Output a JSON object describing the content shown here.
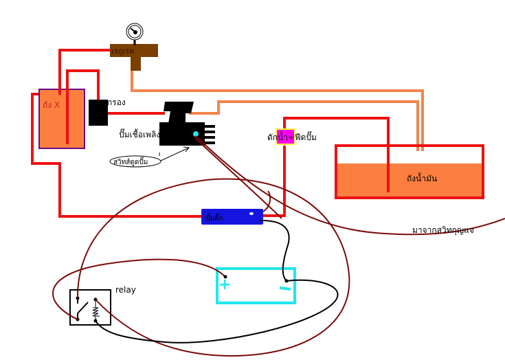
{
  "labels": {
    "regulator": "เรกูเรท",
    "tank_x": "ถัง X",
    "filter": "กรอง",
    "fuel_pump": "ปั๊มเชื้อเพลิง",
    "pump_switch": "สวิทส์ดูดปั๊ม",
    "water_trap": "ดักน้ำ+ฟีดปั๊ม",
    "fuel_tank": "ถังน้ำมัน",
    "lift_pump": "ปั๊มติ๊ก",
    "from_ignition": "มาจากสวิทกุญแจ",
    "relay": "relay",
    "battery_plus": "+",
    "battery_minus": "-"
  },
  "colors": {
    "fuel_line": "#ee1111",
    "return_line": "#f4844c",
    "tank_fill": "#fd7f3f",
    "regulator": "#7b3f00",
    "wire_signal": "#7a0a0a",
    "wire_ground": "#000000",
    "battery": "#22e6ee",
    "lift_pump": "#1515dd",
    "water_trap": "#ff00ff",
    "water_trap_border": "#ffff33",
    "tank_x_border": "#6a0a8a",
    "pump_sensor": "#22e6ee"
  }
}
